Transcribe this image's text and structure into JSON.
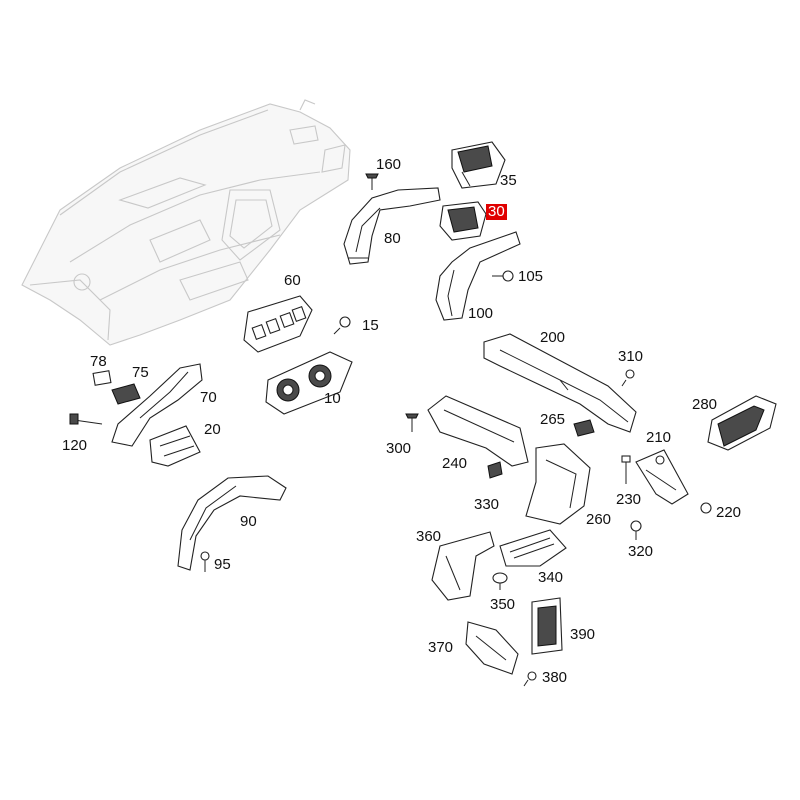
{
  "diagram": {
    "highlight_color": "#e00000",
    "parts": [
      {
        "key": "p160",
        "label": "160"
      },
      {
        "key": "p35",
        "label": "35"
      },
      {
        "key": "p30",
        "label": "30",
        "highlighted": true
      },
      {
        "key": "p80",
        "label": "80"
      },
      {
        "key": "p105",
        "label": "105"
      },
      {
        "key": "p100",
        "label": "100"
      },
      {
        "key": "p60",
        "label": "60"
      },
      {
        "key": "p15",
        "label": "15"
      },
      {
        "key": "p10",
        "label": "10"
      },
      {
        "key": "p78",
        "label": "78"
      },
      {
        "key": "p75",
        "label": "75"
      },
      {
        "key": "p70",
        "label": "70"
      },
      {
        "key": "p20",
        "label": "20"
      },
      {
        "key": "p120",
        "label": "120"
      },
      {
        "key": "p90",
        "label": "90"
      },
      {
        "key": "p95",
        "label": "95"
      },
      {
        "key": "p200",
        "label": "200"
      },
      {
        "key": "p310",
        "label": "310"
      },
      {
        "key": "p280",
        "label": "280"
      },
      {
        "key": "p300",
        "label": "300"
      },
      {
        "key": "p265",
        "label": "265"
      },
      {
        "key": "p210",
        "label": "210"
      },
      {
        "key": "p240",
        "label": "240"
      },
      {
        "key": "p330",
        "label": "330"
      },
      {
        "key": "p230",
        "label": "230"
      },
      {
        "key": "p220",
        "label": "220"
      },
      {
        "key": "p260",
        "label": "260"
      },
      {
        "key": "p320",
        "label": "320"
      },
      {
        "key": "p360",
        "label": "360"
      },
      {
        "key": "p340",
        "label": "340"
      },
      {
        "key": "p350",
        "label": "350"
      },
      {
        "key": "p390",
        "label": "390"
      },
      {
        "key": "p370",
        "label": "370"
      },
      {
        "key": "p380",
        "label": "380"
      }
    ]
  }
}
